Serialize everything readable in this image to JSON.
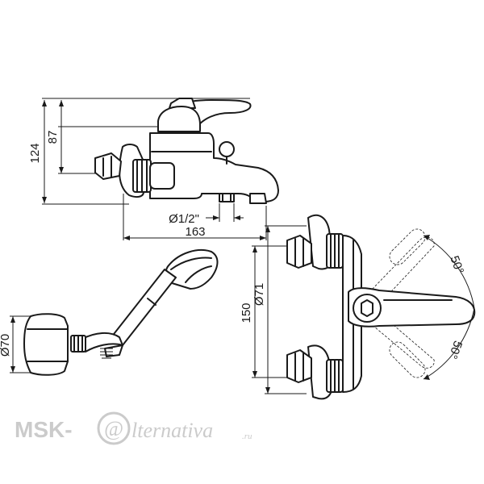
{
  "dimensions": {
    "h124": "124",
    "h87": "87",
    "d_half_inch": "Ø1/2\"",
    "w163": "163",
    "h150": "150",
    "d71": "Ø71",
    "d70": "Ø70",
    "angle_upper": "50°",
    "angle_lower": "50°"
  },
  "watermark": {
    "prefix": "MSK-",
    "at_symbol": "@",
    "word": "lternativa",
    "domain": ".ru"
  }
}
